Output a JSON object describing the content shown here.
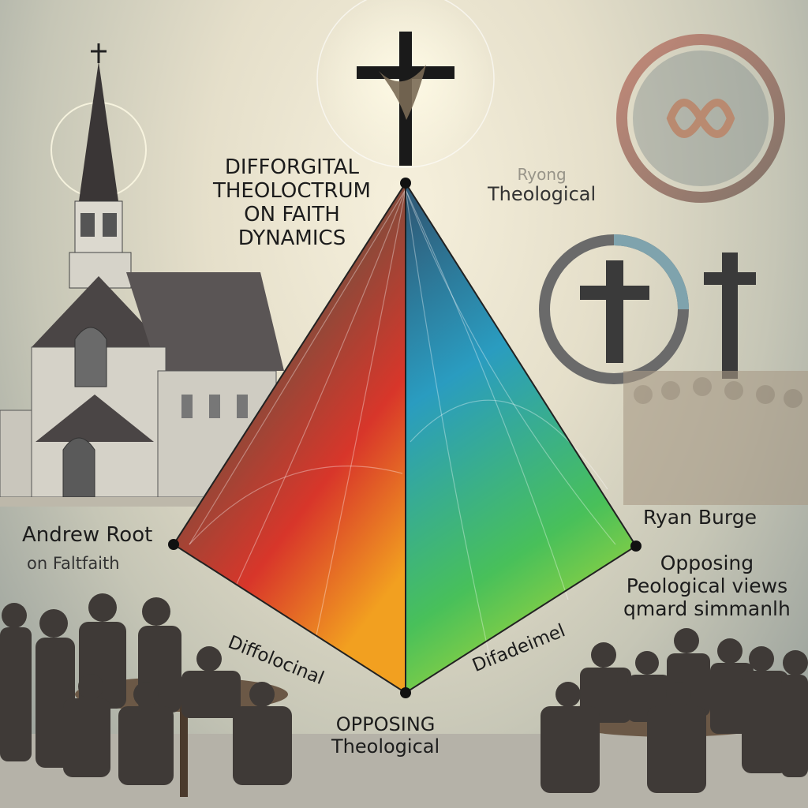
{
  "diagram": {
    "title_lines": [
      "DIFFORGITAL",
      "THEOLOCTRUM",
      "ON FAITH",
      "DYNAMICS"
    ],
    "top_right_faded": "Ryong",
    "top_right_label": "Theological",
    "left_name": "Andrew Root",
    "left_sub": "on Faltfaith",
    "right_name": "Ryan  Burge",
    "right_lines": [
      "Opposing",
      "Peological views",
      "qmard simmanlh"
    ],
    "left_diagonal": "Diffolocinal",
    "right_diagonal": "Difadeimel",
    "bottom_lines": [
      "OPPOSING",
      "Theological"
    ]
  },
  "colors": {
    "left_face_top": "#4a3a3a",
    "left_face_red": "#d8362a",
    "left_face_orange": "#f2a020",
    "right_face_teal": "#2a9cc0",
    "right_face_green": "#48c05a",
    "right_face_blue": "#1e4f8c"
  },
  "icons": [
    "cross-icon",
    "church-illustration",
    "infinity-ring-icon",
    "circle-cross-icon",
    "crowd-illustration",
    "table-group-illustration"
  ]
}
